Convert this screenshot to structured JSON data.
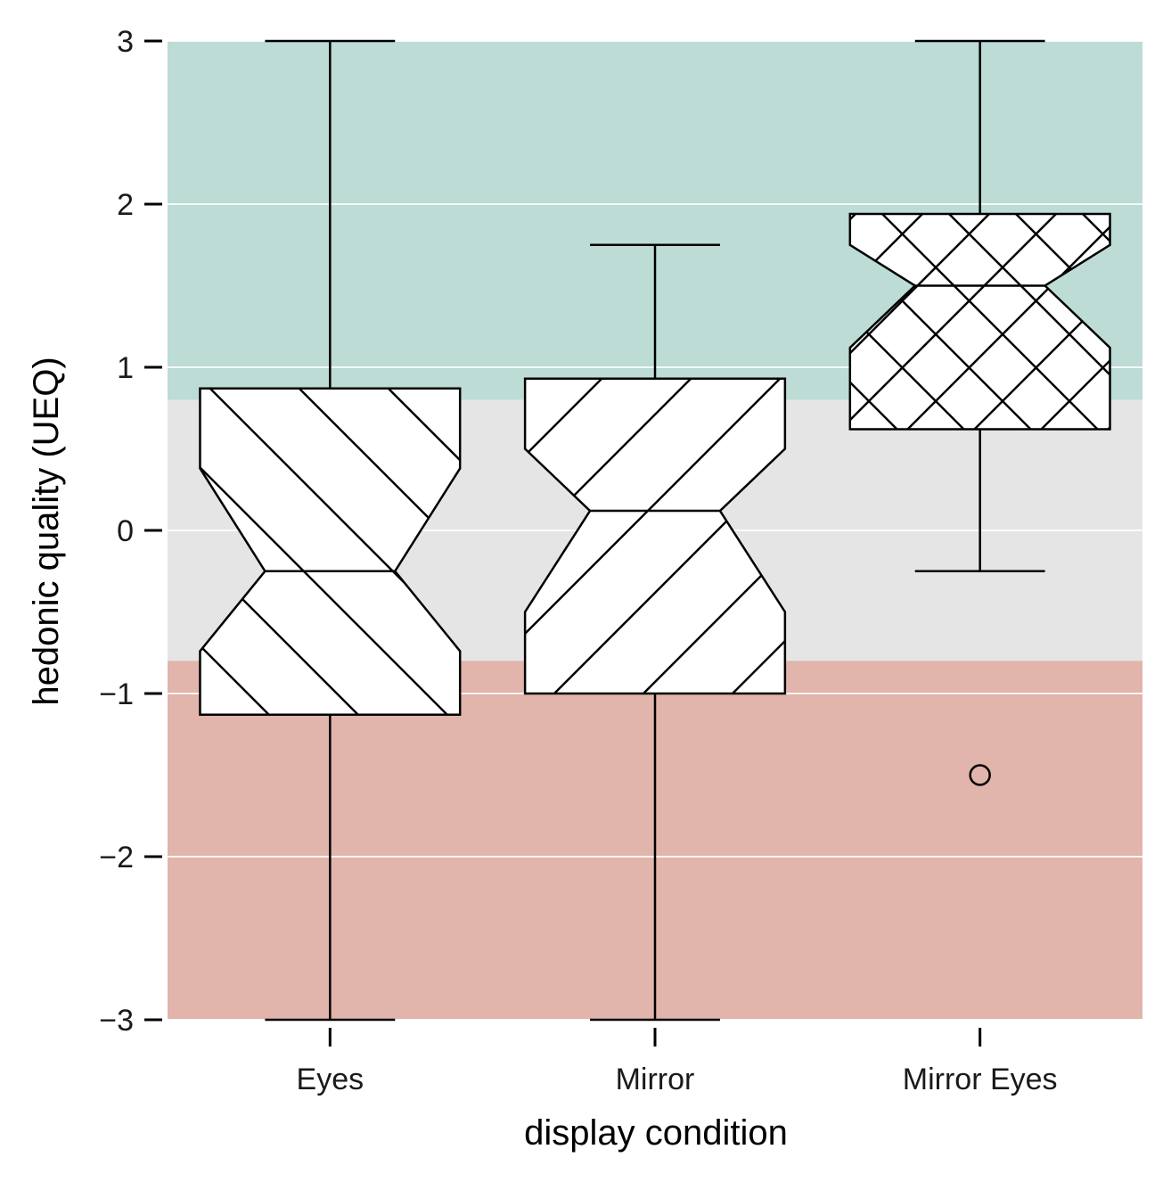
{
  "chart_data": {
    "type": "box",
    "xlabel": "display condition",
    "ylabel": "hedonic quality (UEQ)",
    "ylim": [
      -3,
      3
    ],
    "yticks": [
      3,
      2,
      1,
      0,
      -1,
      -2,
      -3
    ],
    "ytick_labels": [
      "3",
      "2",
      "1",
      "0",
      "−1",
      "−2",
      "−3"
    ],
    "grid": true,
    "notched": true,
    "categories": [
      "Eyes",
      "Mirror",
      "Mirror Eyes"
    ],
    "boxes": [
      {
        "name": "Eyes",
        "whisker_low": -3,
        "q1": -1.13,
        "median": -0.25,
        "q3": 0.87,
        "whisker_high": 3,
        "notch_low": -0.74,
        "notch_high": 0.38,
        "hatch": "backslash",
        "outliers": []
      },
      {
        "name": "Mirror",
        "whisker_low": -3,
        "q1": -1.0,
        "median": 0.12,
        "q3": 0.93,
        "whisker_high": 1.75,
        "notch_low": -0.5,
        "notch_high": 0.5,
        "hatch": "slash",
        "outliers": []
      },
      {
        "name": "Mirror Eyes",
        "whisker_low": -0.25,
        "q1": 0.62,
        "median": 1.5,
        "q3": 1.94,
        "whisker_high": 3,
        "notch_low": 1.12,
        "notch_high": 1.75,
        "hatch": "cross",
        "outliers": [
          -1.5
        ]
      }
    ],
    "bands": [
      {
        "from": 0.8,
        "to": 3,
        "color": "#bcdcd5"
      },
      {
        "from": -0.8,
        "to": 0.8,
        "color": "#e5e5e5"
      },
      {
        "from": -3,
        "to": -0.8,
        "color": "#e1b4ac"
      }
    ],
    "colors": {
      "box_fill": "#ffffff",
      "box_stroke": "#000000",
      "grid": "#ffffff"
    }
  }
}
